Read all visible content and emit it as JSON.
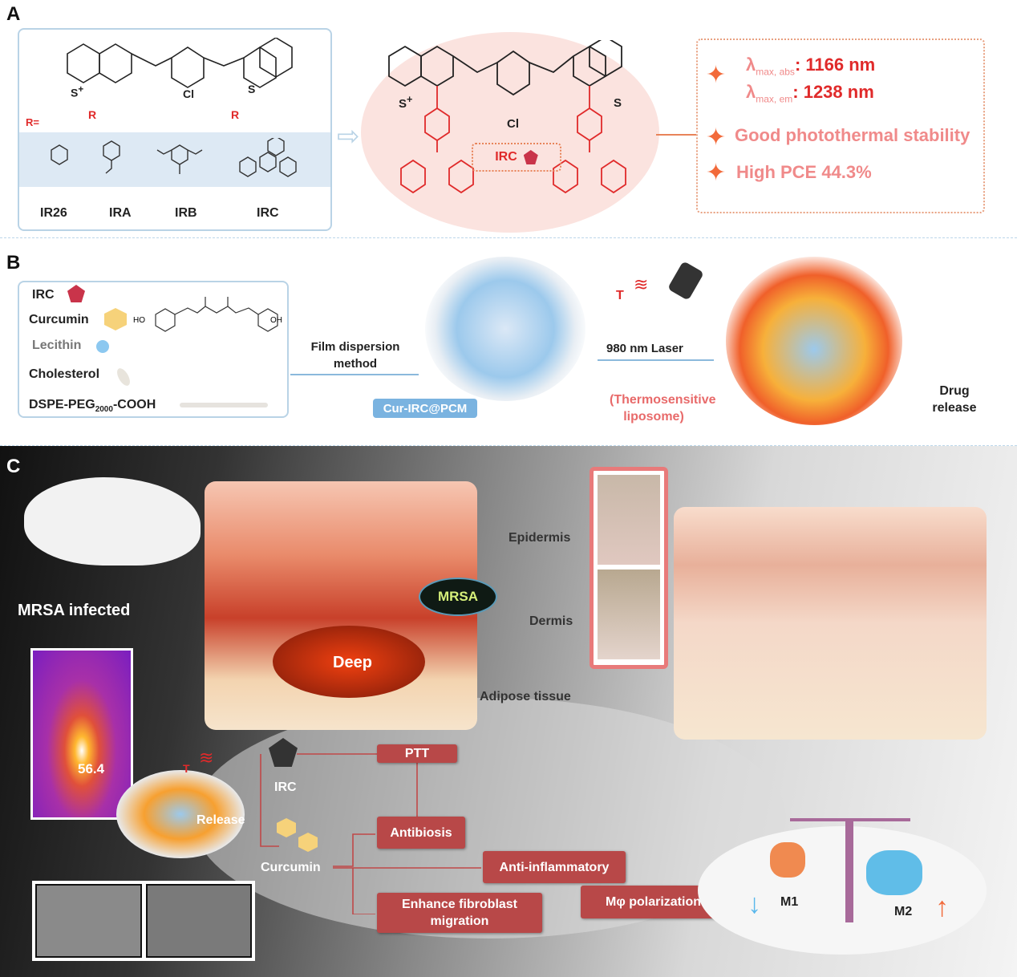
{
  "panel_a": {
    "letter": "A",
    "r_label": "R=",
    "atoms": {
      "s_plus": "S",
      "plus": "+",
      "cl": "Cl",
      "s": "S",
      "r": "R"
    },
    "compounds": [
      "IR26",
      "IRA",
      "IRB",
      "IRC"
    ],
    "irc_badge": "IRC",
    "properties": {
      "abs_label": "λ",
      "abs_sub": "max, abs",
      "abs_value": ": 1166 nm",
      "em_label": "λ",
      "em_sub": "max, em",
      "em_value": ": 1238 nm",
      "stability": "Good photothermal stability",
      "pce": "High PCE 44.3%"
    }
  },
  "panel_b": {
    "letter": "B",
    "components": {
      "irc": "IRC",
      "curcumin": "Curcumin",
      "lecithin": "Lecithin",
      "cholesterol": "Cholesterol",
      "dspe_pre": "DSPE-PEG",
      "dspe_sub": "2000",
      "dspe_post": "-COOH"
    },
    "oh_left": "HO",
    "oh_right": "OH",
    "method": "Film dispersion method",
    "nanoparticle": "Cur-IRC@PCM",
    "t_label": "T",
    "laser": "980 nm Laser",
    "thermo": "(Thermosensitive liposome)",
    "drug_release": "Drug release"
  },
  "panel_c": {
    "letter": "C",
    "mrsa_infected": "MRSA infected",
    "temperature": "56.4",
    "layers": [
      "Epidermis",
      "Dermis",
      "Adipose tissue"
    ],
    "mrsa": "MRSA",
    "deep": "Deep",
    "irc": "IRC",
    "release": "Release",
    "t_label": "T",
    "curcumin": "Curcumin",
    "ptt": "PTT",
    "antibiosis": "Antibiosis",
    "anti_inflammatory": "Anti-inflammatory",
    "fibroblast": "Enhance fibroblast migration",
    "polarization": "Mφ polarization",
    "m1": "M1",
    "m2": "M2"
  },
  "colors": {
    "accent_red": "#e02a2a",
    "pink": "#f08a8a",
    "box_red": "#b84848",
    "blue": "#6aaedc"
  }
}
